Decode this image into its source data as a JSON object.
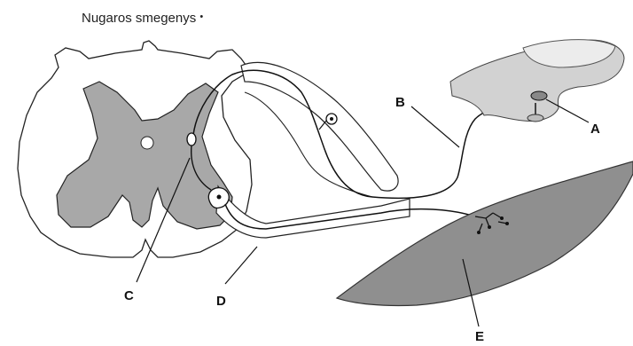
{
  "diagram": {
    "title": "Nugaros smegenys",
    "title_mark": "•",
    "labels": {
      "a": "A",
      "b": "B",
      "c": "C",
      "d": "D",
      "e": "E"
    }
  }
}
